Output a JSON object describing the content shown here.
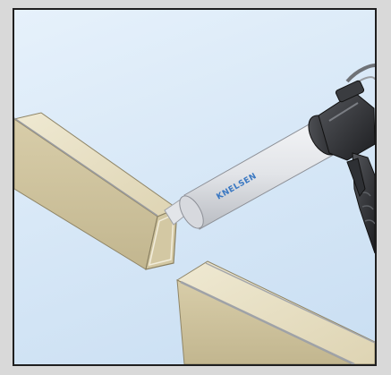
{
  "illustration": {
    "tool": "caulking-gun",
    "cartridge_brand": "KNELSEN",
    "objects": [
      "left-square-beam",
      "right-square-beam",
      "sealant-cartridge",
      "gun-handle"
    ]
  },
  "colors": {
    "background_top": "#e6f1fb",
    "background_bottom": "#c9def2",
    "beam_face": "#e8e0c3",
    "beam_side": "#cbbf98",
    "cartridge": "#e4e6e9",
    "gun_metal": "#2b2b2e",
    "brand_blue": "#3a78c2",
    "frame_border": "#1f1f1f"
  }
}
